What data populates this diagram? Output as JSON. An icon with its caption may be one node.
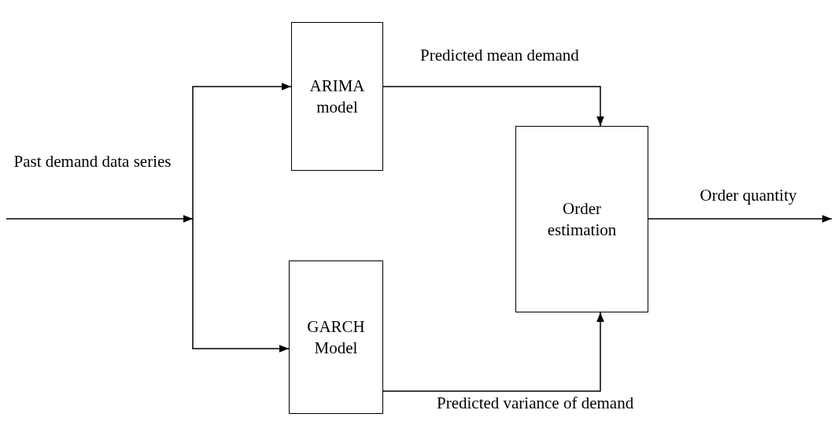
{
  "diagram": {
    "nodes": [
      {
        "text": [
          "ARIMA model"
        ]
      },
      {
        "text": [
          "GARCH Model"
        ]
      },
      {
        "text": [
          "Order estimation"
        ]
      }
    ],
    "edges": [
      {
        "from": null,
        "to": 0,
        "arrow": "to"
      },
      {
        "from": null,
        "to": 1,
        "arrow": "to"
      },
      {
        "from": 0,
        "to": 2,
        "arrow": "to",
        "label": "Predicted mean demand"
      },
      {
        "from": 1,
        "to": 2,
        "arrow": "to",
        "label": "Predicted variance of demand"
      },
      {
        "from": 2,
        "to": null,
        "arrow": "to",
        "label": "Order quantity"
      }
    ],
    "labels": [
      "Past demand data series"
    ]
  }
}
